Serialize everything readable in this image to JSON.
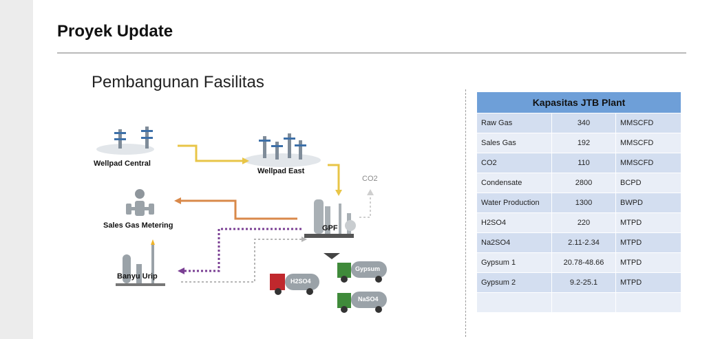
{
  "slide": {
    "title": "Proyek Update",
    "subtitle": "Pembangunan Fasilitas"
  },
  "diagram": {
    "nodes": {
      "wellpad_central": "Wellpad Central",
      "wellpad_east": "Wellpad East",
      "sales_gas_metering": "Sales Gas Metering",
      "banyu_urip": "Banyu Urip",
      "gpf": "GPF",
      "co2": "CO2"
    },
    "trucks": {
      "h2so4": "H2SO4",
      "gypsum": "Gypsum",
      "naso4": "NaSO4"
    },
    "colors": {
      "yellow_flow": "#e8c547",
      "orange_flow": "#d9894a",
      "purple_flow": "#7a3f93",
      "grey_flow": "#b5b5b5"
    }
  },
  "capacity_table": {
    "title": "Kapasitas JTB Plant",
    "rows": [
      {
        "name": "Raw Gas",
        "value": "340",
        "unit": "MMSCFD"
      },
      {
        "name": "Sales Gas",
        "value": "192",
        "unit": "MMSCFD"
      },
      {
        "name": "CO2",
        "value": "110",
        "unit": "MMSCFD"
      },
      {
        "name": "Condensate",
        "value": "2800",
        "unit": "BCPD"
      },
      {
        "name": "Water Production",
        "value": "1300",
        "unit": "BWPD"
      },
      {
        "name": "H2SO4",
        "value": "220",
        "unit": "MTPD"
      },
      {
        "name": "Na2SO4",
        "value": "2.11-2.34",
        "unit": "MTPD"
      },
      {
        "name": "Gypsum 1",
        "value": "20.78-48.66",
        "unit": "MTPD"
      },
      {
        "name": "Gypsum 2",
        "value": "9.2-25.1",
        "unit": "MTPD"
      },
      {
        "name": "",
        "value": "",
        "unit": ""
      }
    ]
  }
}
